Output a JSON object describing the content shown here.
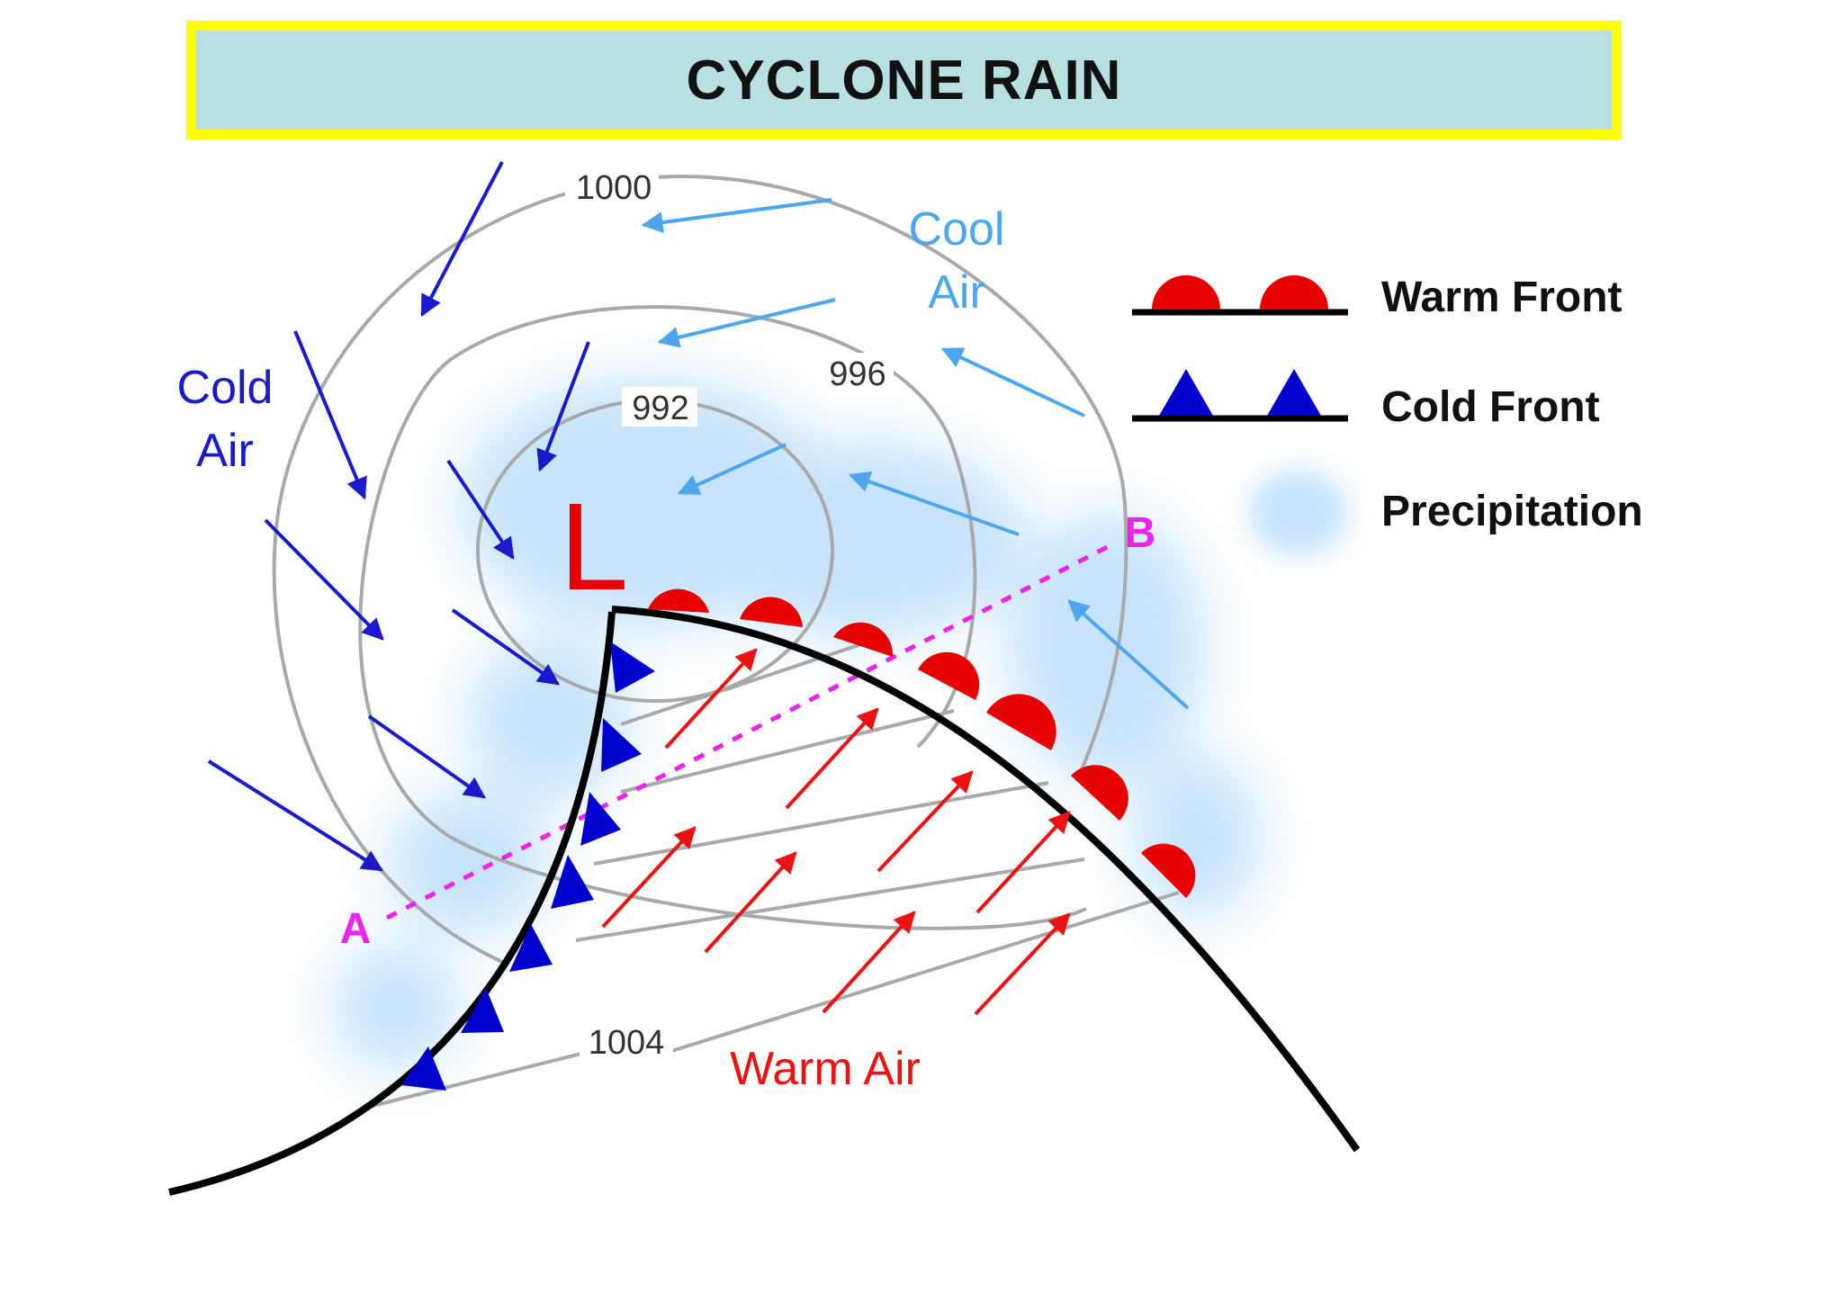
{
  "title": "CYCLONE RAIN",
  "low_pressure_symbol": "L",
  "isobars": [
    "1000",
    "996",
    "992",
    "1004"
  ],
  "air_masses": {
    "cold_air": [
      "Cold",
      "Air"
    ],
    "cool_air": [
      "Cool",
      "Air"
    ],
    "warm_air": "Warm Air"
  },
  "cross_section_points": {
    "start": "A",
    "end": "B"
  },
  "legend": {
    "warm_front": "Warm Front",
    "cold_front": "Cold Front",
    "precipitation": "Precipitation"
  },
  "colors": {
    "title_border": "#ffff00",
    "title_background": "#b8e0e0",
    "warm_front": "#e60000",
    "cold_front": "#0000cc",
    "cold_air_arrows": "#1a1acc",
    "cool_air_arrows": "#4da6ee",
    "warm_air_arrows": "#ee1111",
    "precipitation": "#c6e3fb",
    "isobar": "#a9a9a9",
    "cross_section": "#ee22ee"
  }
}
